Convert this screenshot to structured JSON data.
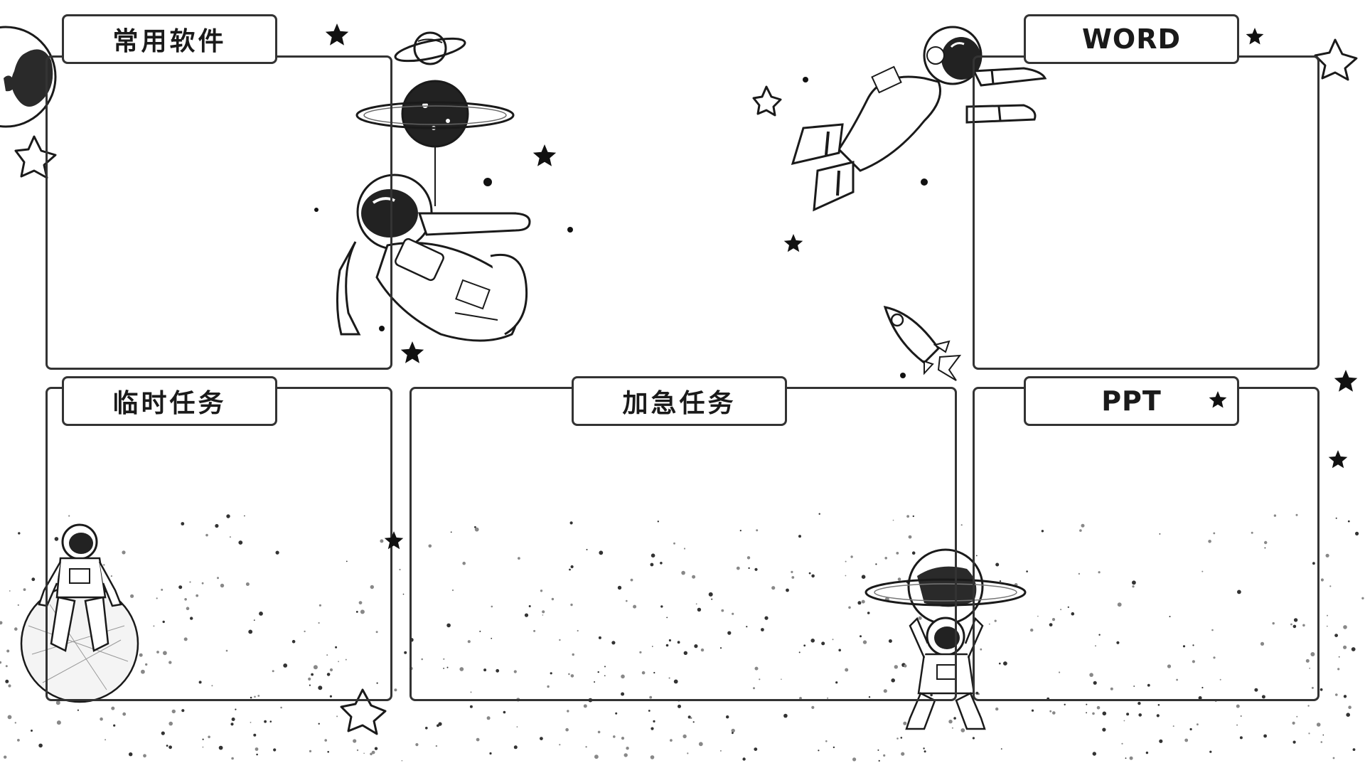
{
  "board": {
    "panels": [
      {
        "key": "common_software",
        "title": "常用软件"
      },
      {
        "key": "word",
        "title": "WORD"
      },
      {
        "key": "temporary_tasks",
        "title": "临时任务"
      },
      {
        "key": "urgent_tasks",
        "title": "加急任务"
      },
      {
        "key": "ppt",
        "title": "PPT"
      }
    ]
  },
  "theme": {
    "stroke": "#333333",
    "ink": "#1a1a1a",
    "background": "#ffffff"
  },
  "illustrations": [
    "astronaut-balloon-icon",
    "floating-astronaut-icon",
    "sitting-astronaut-icon",
    "astronaut-holding-planet-icon",
    "rocket-icon",
    "ringed-planet-icon",
    "star-icon"
  ]
}
